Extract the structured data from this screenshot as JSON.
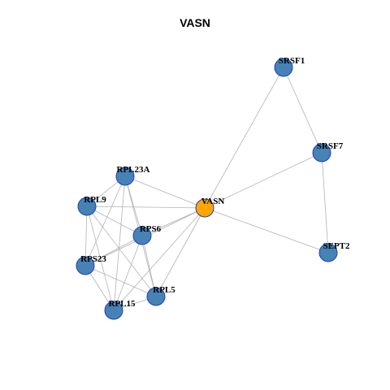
{
  "title": "VASN",
  "colors": {
    "hub_fill": "#FFA500",
    "node_fill": "#4682B4",
    "node_stroke": "#1F3FBF",
    "edge": "#B3B3B3"
  },
  "nodes": [
    {
      "id": "VASN",
      "label": "VASN",
      "hub": true
    },
    {
      "id": "SRSF1",
      "label": "SRSF1",
      "hub": false
    },
    {
      "id": "SRSF7",
      "label": "SRSF7",
      "hub": false
    },
    {
      "id": "SEPT2",
      "label": "SEPT2",
      "hub": false
    },
    {
      "id": "RPL23A",
      "label": "RPL23A",
      "hub": false
    },
    {
      "id": "RPL9",
      "label": "RPL9",
      "hub": false
    },
    {
      "id": "RPS6",
      "label": "RPS6",
      "hub": false
    },
    {
      "id": "RPS23",
      "label": "RPS23",
      "hub": false
    },
    {
      "id": "RPL5",
      "label": "RPL5",
      "hub": false
    },
    {
      "id": "RPL15",
      "label": "RPL15",
      "hub": false
    }
  ],
  "edges": [
    [
      "VASN",
      "SRSF1"
    ],
    [
      "VASN",
      "SRSF7"
    ],
    [
      "VASN",
      "SEPT2"
    ],
    [
      "SRSF1",
      "SRSF7"
    ],
    [
      "SRSF7",
      "SEPT2"
    ],
    [
      "VASN",
      "RPL23A"
    ],
    [
      "VASN",
      "RPL9"
    ],
    [
      "VASN",
      "RPS6"
    ],
    [
      "VASN",
      "RPS23"
    ],
    [
      "VASN",
      "RPL5"
    ],
    [
      "VASN",
      "RPL15"
    ],
    [
      "RPL23A",
      "RPL9"
    ],
    [
      "RPL23A",
      "RPS6"
    ],
    [
      "RPL23A",
      "RPS23"
    ],
    [
      "RPL23A",
      "RPL5"
    ],
    [
      "RPL23A",
      "RPL15"
    ],
    [
      "RPL9",
      "RPS6"
    ],
    [
      "RPL9",
      "RPS23"
    ],
    [
      "RPL9",
      "RPL5"
    ],
    [
      "RPL9",
      "RPL15"
    ],
    [
      "RPS6",
      "RPS23"
    ],
    [
      "RPS6",
      "RPL5"
    ],
    [
      "RPS6",
      "RPL15"
    ],
    [
      "RPS23",
      "RPL5"
    ],
    [
      "RPS23",
      "RPL15"
    ],
    [
      "RPL5",
      "RPL15"
    ]
  ]
}
